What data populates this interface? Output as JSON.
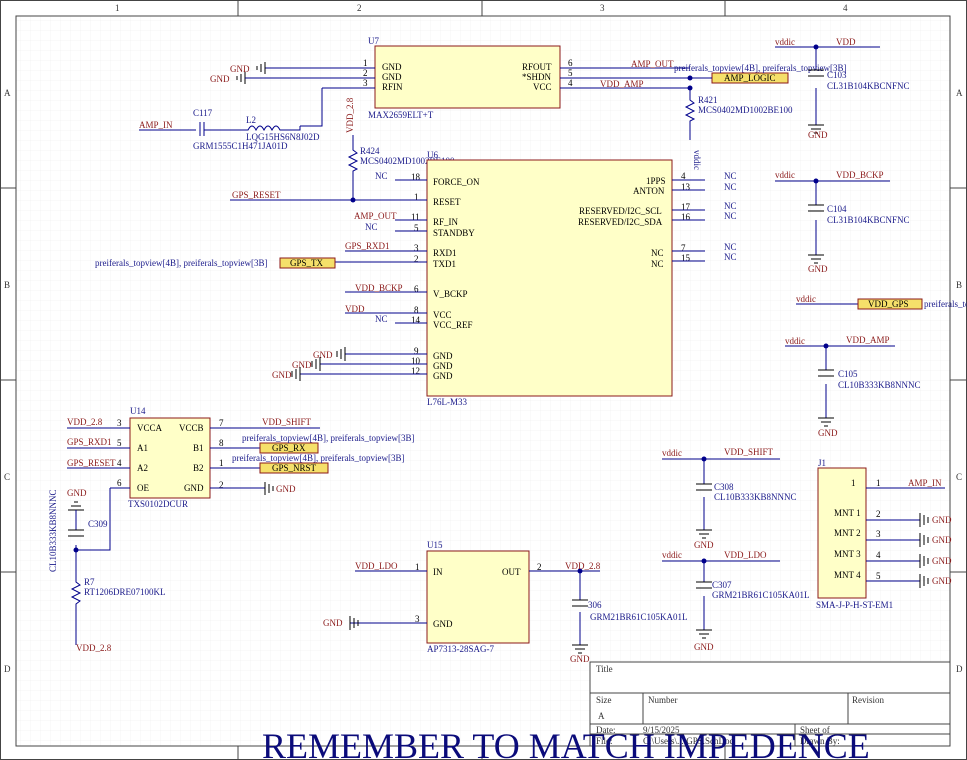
{
  "frame": {
    "columns": [
      "1",
      "2",
      "3",
      "4"
    ],
    "rows": [
      "A",
      "B",
      "C",
      "D"
    ]
  },
  "title_block": {
    "title_label": "Title",
    "size_label": "Size",
    "size_value": "A",
    "number_label": "Number",
    "revision_label": "Revision",
    "date_label": "Date:",
    "date_value": "9/15/2025",
    "file_label": "File:",
    "file_value": "C:\\Users\\...\\GPS.SchDoc",
    "sheet_label": "Sheet   of",
    "drawn_label": "Drawn By:"
  },
  "banner": "REMEMBER TO MATCH IMPEDENCE",
  "components": {
    "u7": {
      "ref": "U7",
      "part": "MAX2659ELT+T",
      "pins_left": [
        "GND",
        "GND",
        "RFIN"
      ],
      "pins_right": [
        "RFOUT",
        "*SHDN",
        "VCC"
      ],
      "nums_left": [
        "1",
        "2",
        "3"
      ],
      "nums_right": [
        "6",
        "5",
        "4"
      ]
    },
    "u6": {
      "ref": "U6",
      "part": "L76L-M33",
      "pins_left": [
        "FORCE_ON",
        "RESET",
        "RF_IN",
        "STANDBY",
        "RXD1",
        "TXD1",
        "V_BCKP",
        "VCC",
        "VCC_REF",
        "GND",
        "GND",
        "GND"
      ],
      "nums_left": [
        "18",
        "1",
        "11",
        "5",
        "3",
        "2",
        "6",
        "8",
        "14",
        "9",
        "10",
        "12"
      ],
      "pins_right": [
        "1PPS",
        "ANTON",
        "RESERVED/I2C_SCL",
        "RESERVED/I2C_SDA",
        "NC",
        "NC"
      ],
      "nums_right": [
        "4",
        "13",
        "17",
        "16",
        "7",
        "15"
      ]
    },
    "u14": {
      "ref": "U14",
      "part": "TXS0102DCUR",
      "pins_left": [
        "VCCA",
        "A1",
        "A2",
        "OE"
      ],
      "nums_left": [
        "3",
        "5",
        "4",
        "6"
      ],
      "pins_right": [
        "VCCB",
        "B1",
        "B2",
        "GND"
      ],
      "nums_right": [
        "7",
        "8",
        "1",
        "2"
      ]
    },
    "u15": {
      "ref": "U15",
      "part": "AP7313-28SAG-7",
      "pins_left": [
        "IN",
        "GND"
      ],
      "nums_left": [
        "1",
        "3"
      ],
      "pins_right": [
        "OUT"
      ],
      "nums_right": [
        "2"
      ]
    },
    "j1": {
      "ref": "J1",
      "part": "SMA-J-P-H-ST-EM1",
      "pins": [
        "1",
        "MNT 1",
        "MNT 2",
        "MNT 3",
        "MNT 4"
      ],
      "nums": [
        "1",
        "2",
        "3",
        "4",
        "5"
      ]
    },
    "c117": {
      "ref": "C117",
      "part": "GRM1555C1H471JA01D"
    },
    "l2": {
      "ref": "L2",
      "part": "LQG15HS6N8J02D"
    },
    "r424": {
      "ref": "R424",
      "part": "MCS0402MD1002BE100"
    },
    "r421": {
      "ref": "R421",
      "part": "MCS0402MD1002BE100"
    },
    "c103": {
      "ref": "C103",
      "part": "CL31B104KBCNFNC"
    },
    "c104": {
      "ref": "C104",
      "part": "CL31B104KBCNFNC"
    },
    "c105": {
      "ref": "C105",
      "part": "CL10B333KB8NNNC"
    },
    "c308": {
      "ref": "C308",
      "part": "CL10B333KB8NNNC"
    },
    "c307": {
      "ref": "C307",
      "part": "GRM21BR61C105KA01L"
    },
    "c306": {
      "ref": "306",
      "part": "GRM21BR61C105KA01L"
    },
    "c309": {
      "ref": "C309",
      "part": "CL10B333KB8NNNC"
    },
    "r7": {
      "ref": "R7",
      "part": "RT1206DRE07100KL"
    }
  },
  "nets": {
    "gnd": "GND",
    "amp_in": "AMP_IN",
    "amp_out": "AMP_OUT",
    "vdd_amp": "VDD_AMP",
    "vdd_28": "VDD_2.8",
    "vdd": "VDD",
    "vdd_bckp": "VDD_BCKP",
    "vddic": "vddic",
    "nc": "NC",
    "gps_reset": "GPS_RESET",
    "gps_rxd1": "GPS_RXD1",
    "vdd_shift": "VDD_SHIFT",
    "gps_reset_u14": "GPS_RESET",
    "gps_rxd1_u14": "GPS_RXD1",
    "vdd_ldo": "VDD_LDO",
    "shdn_net": "1",
    "one": "1",
    "two": "2"
  },
  "ports": {
    "amp_logic": "AMP_LOGIC",
    "gps_tx": "GPS_TX",
    "gps_rx": "GPS_RX",
    "gps_nrst": "GPS_NRST",
    "vdd_gps": "VDD_GPS"
  },
  "xrefs": {
    "amp_logic": "preiferals_topview[4B], preiferals_topview[3B]",
    "gps_tx": "preiferals_topview[4B], preiferals_topview[3B]",
    "gps_rx": "preiferals_topview[4B], preiferals_topview[3B]",
    "gps_nrst": "preiferals_topview[4B], preiferals_topview[3B]",
    "vdd_gps": "preiferals_topview"
  }
}
